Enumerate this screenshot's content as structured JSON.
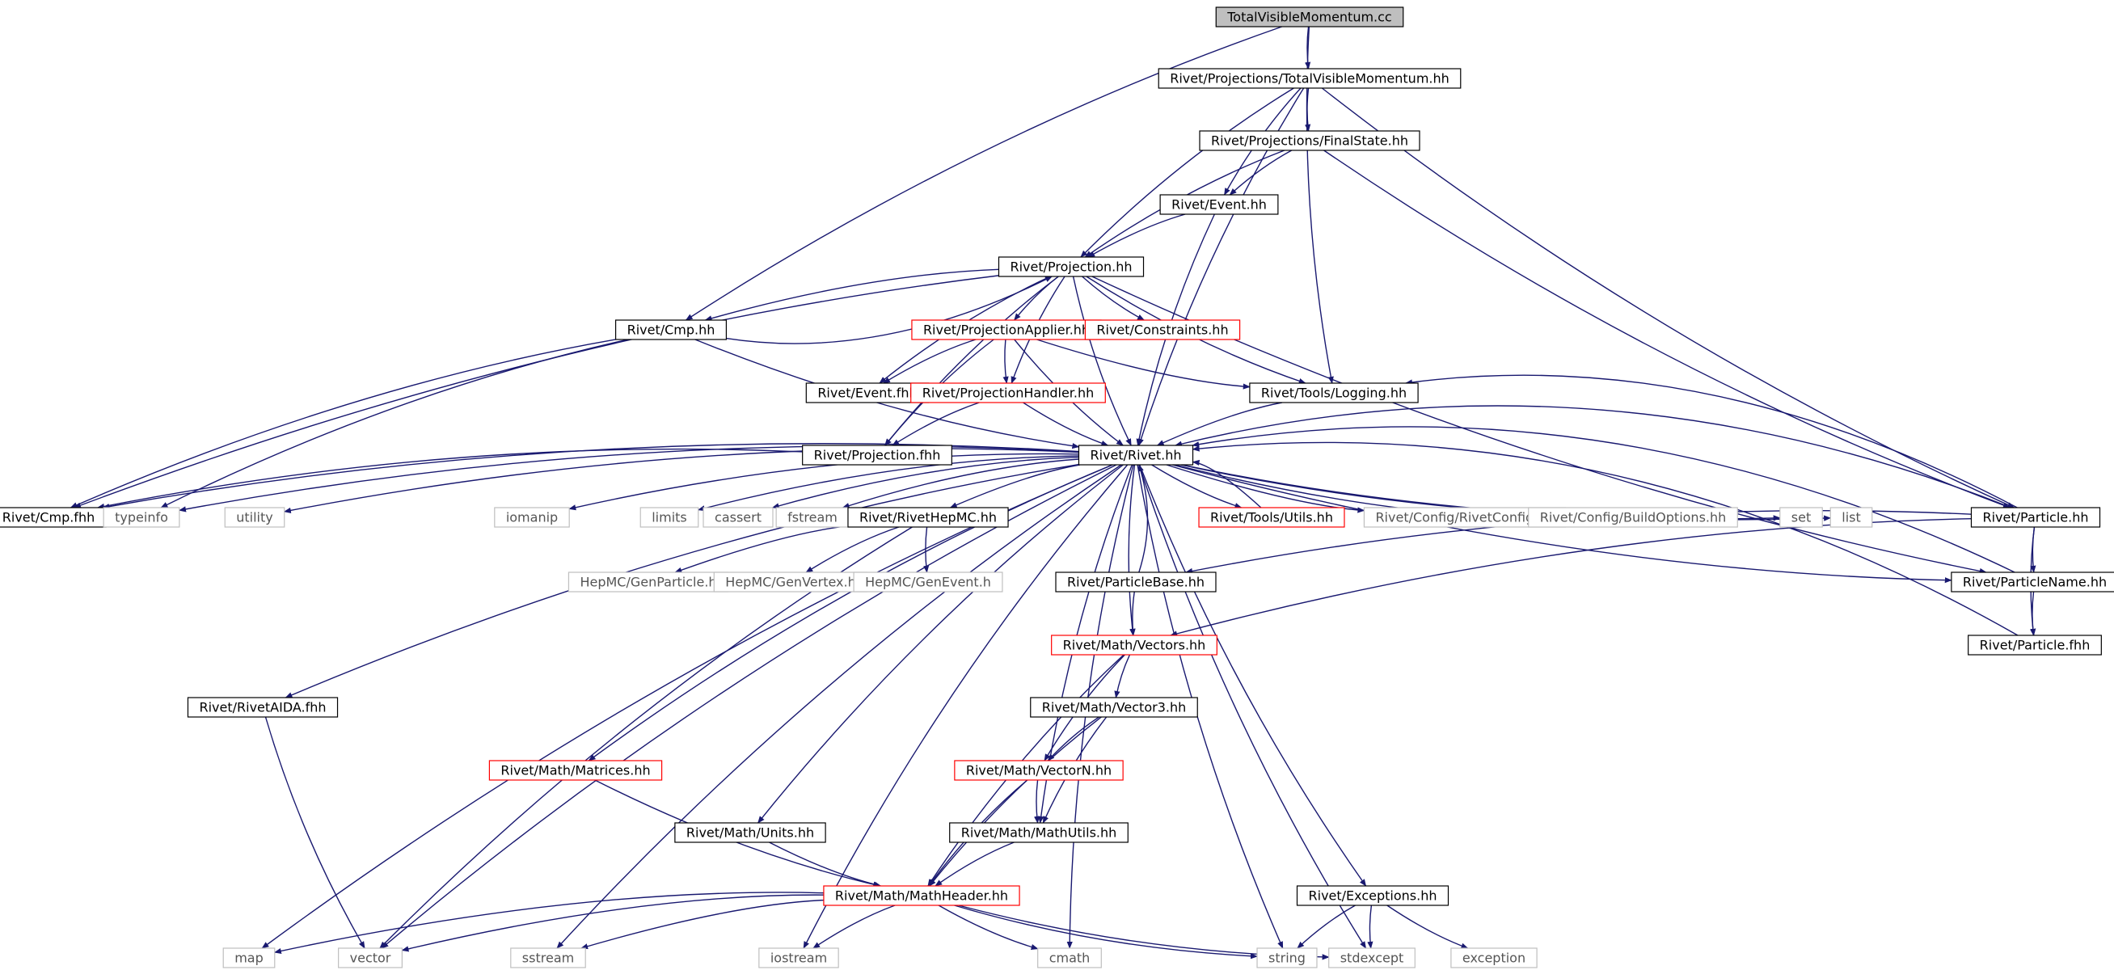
{
  "colors": {
    "edge": "#191970",
    "border_normal": "#000000",
    "border_incomplete": "#ff0000",
    "border_external": "#bfbfbf",
    "root_fill": "#bfbfbf",
    "node_fill": "#ffffff",
    "text": "#000000",
    "text_external": "#555555"
  },
  "nodes": [
    {
      "id": "root",
      "label": "TotalVisibleMomentum.cc",
      "kind": "root"
    },
    {
      "id": "tvm_hh",
      "label": "Rivet/Projections/TotalVisibleMomentum.hh",
      "kind": "normal"
    },
    {
      "id": "finalstate",
      "label": "Rivet/Projections/FinalState.hh",
      "kind": "normal"
    },
    {
      "id": "event_hh",
      "label": "Rivet/Event.hh",
      "kind": "normal"
    },
    {
      "id": "projection_hh",
      "label": "Rivet/Projection.hh",
      "kind": "normal"
    },
    {
      "id": "cmp_hh",
      "label": "Rivet/Cmp.hh",
      "kind": "normal"
    },
    {
      "id": "projapplier",
      "label": "Rivet/ProjectionApplier.hh",
      "kind": "incomplete"
    },
    {
      "id": "constraints",
      "label": "Rivet/Constraints.hh",
      "kind": "incomplete"
    },
    {
      "id": "event_fhh",
      "label": "Rivet/Event.fhh",
      "kind": "normal"
    },
    {
      "id": "projhandler",
      "label": "Rivet/ProjectionHandler.hh",
      "kind": "incomplete"
    },
    {
      "id": "logging",
      "label": "Rivet/Tools/Logging.hh",
      "kind": "normal"
    },
    {
      "id": "projection_fhh",
      "label": "Rivet/Projection.fhh",
      "kind": "normal"
    },
    {
      "id": "rivet_hh",
      "label": "Rivet/Rivet.hh",
      "kind": "normal"
    },
    {
      "id": "cmp_fhh",
      "label": "Rivet/Cmp.fhh",
      "kind": "normal"
    },
    {
      "id": "typeinfo",
      "label": "typeinfo",
      "kind": "external"
    },
    {
      "id": "utility",
      "label": "utility",
      "kind": "external"
    },
    {
      "id": "iomanip",
      "label": "iomanip",
      "kind": "external"
    },
    {
      "id": "limits",
      "label": "limits",
      "kind": "external"
    },
    {
      "id": "cassert",
      "label": "cassert",
      "kind": "external"
    },
    {
      "id": "fstream",
      "label": "fstream",
      "kind": "external"
    },
    {
      "id": "rivethepmc",
      "label": "Rivet/RivetHepMC.hh",
      "kind": "normal"
    },
    {
      "id": "toolsutils",
      "label": "Rivet/Tools/Utils.hh",
      "kind": "incomplete"
    },
    {
      "id": "rivetconfig",
      "label": "Rivet/Config/RivetConfig.hh",
      "kind": "external"
    },
    {
      "id": "buildoptions",
      "label": "Rivet/Config/BuildOptions.hh",
      "kind": "external"
    },
    {
      "id": "set",
      "label": "set",
      "kind": "external"
    },
    {
      "id": "list",
      "label": "list",
      "kind": "external"
    },
    {
      "id": "particle_hh",
      "label": "Rivet/Particle.hh",
      "kind": "normal"
    },
    {
      "id": "genparticle",
      "label": "HepMC/GenParticle.h",
      "kind": "external"
    },
    {
      "id": "genvertex",
      "label": "HepMC/GenVertex.h",
      "kind": "external"
    },
    {
      "id": "genevent",
      "label": "HepMC/GenEvent.h",
      "kind": "external"
    },
    {
      "id": "particlebase",
      "label": "Rivet/ParticleBase.hh",
      "kind": "normal"
    },
    {
      "id": "particlename",
      "label": "Rivet/ParticleName.hh",
      "kind": "normal"
    },
    {
      "id": "vectors",
      "label": "Rivet/Math/Vectors.hh",
      "kind": "incomplete"
    },
    {
      "id": "particle_fhh",
      "label": "Rivet/Particle.fhh",
      "kind": "normal"
    },
    {
      "id": "rivetaida",
      "label": "Rivet/RivetAIDA.fhh",
      "kind": "normal"
    },
    {
      "id": "vector3",
      "label": "Rivet/Math/Vector3.hh",
      "kind": "normal"
    },
    {
      "id": "matrices",
      "label": "Rivet/Math/Matrices.hh",
      "kind": "incomplete"
    },
    {
      "id": "vectorn",
      "label": "Rivet/Math/VectorN.hh",
      "kind": "incomplete"
    },
    {
      "id": "units",
      "label": "Rivet/Math/Units.hh",
      "kind": "normal"
    },
    {
      "id": "mathutils",
      "label": "Rivet/Math/MathUtils.hh",
      "kind": "normal"
    },
    {
      "id": "mathheader",
      "label": "Rivet/Math/MathHeader.hh",
      "kind": "incomplete"
    },
    {
      "id": "exceptions",
      "label": "Rivet/Exceptions.hh",
      "kind": "normal"
    },
    {
      "id": "map",
      "label": "map",
      "kind": "external"
    },
    {
      "id": "vector",
      "label": "vector",
      "kind": "external"
    },
    {
      "id": "sstream",
      "label": "sstream",
      "kind": "external"
    },
    {
      "id": "iostream",
      "label": "iostream",
      "kind": "external"
    },
    {
      "id": "cmath",
      "label": "cmath",
      "kind": "external"
    },
    {
      "id": "string",
      "label": "string",
      "kind": "external"
    },
    {
      "id": "stdexcept",
      "label": "stdexcept",
      "kind": "external"
    },
    {
      "id": "exception",
      "label": "exception",
      "kind": "external"
    }
  ],
  "edges": [
    [
      "root",
      "tvm_hh"
    ],
    [
      "root",
      "cmp_hh"
    ],
    [
      "root",
      "logging"
    ],
    [
      "tvm_hh",
      "finalstate"
    ],
    [
      "tvm_hh",
      "event_hh"
    ],
    [
      "tvm_hh",
      "projection_hh"
    ],
    [
      "tvm_hh",
      "rivet_hh"
    ],
    [
      "tvm_hh",
      "particle_hh"
    ],
    [
      "finalstate",
      "event_hh"
    ],
    [
      "finalstate",
      "projection_hh"
    ],
    [
      "finalstate",
      "particle_hh"
    ],
    [
      "event_hh",
      "projection_hh"
    ],
    [
      "event_hh",
      "rivet_hh"
    ],
    [
      "projection_hh",
      "cmp_hh"
    ],
    [
      "projection_hh",
      "projapplier"
    ],
    [
      "projection_hh",
      "constraints"
    ],
    [
      "projection_hh",
      "event_fhh"
    ],
    [
      "projection_hh",
      "projhandler"
    ],
    [
      "projection_hh",
      "logging"
    ],
    [
      "projection_hh",
      "projection_fhh"
    ],
    [
      "projection_hh",
      "rivet_hh"
    ],
    [
      "projection_hh",
      "cmp_fhh"
    ],
    [
      "projection_hh",
      "particlename"
    ],
    [
      "cmp_hh",
      "projection_hh"
    ],
    [
      "cmp_hh",
      "cmp_fhh"
    ],
    [
      "cmp_hh",
      "typeinfo"
    ],
    [
      "cmp_hh",
      "rivet_hh"
    ],
    [
      "projapplier",
      "event_fhh"
    ],
    [
      "projapplier",
      "projhandler"
    ],
    [
      "projapplier",
      "logging"
    ],
    [
      "projapplier",
      "projection_fhh"
    ],
    [
      "projapplier",
      "rivet_hh"
    ],
    [
      "projhandler",
      "projection_fhh"
    ],
    [
      "projhandler",
      "rivet_hh"
    ],
    [
      "logging",
      "rivet_hh"
    ],
    [
      "projection_fhh",
      "cmp_fhh"
    ],
    [
      "rivet_hh",
      "cmp_fhh"
    ],
    [
      "rivet_hh",
      "typeinfo"
    ],
    [
      "rivet_hh",
      "utility"
    ],
    [
      "rivet_hh",
      "iomanip"
    ],
    [
      "rivet_hh",
      "limits"
    ],
    [
      "rivet_hh",
      "cassert"
    ],
    [
      "rivet_hh",
      "fstream"
    ],
    [
      "rivet_hh",
      "rivethepmc"
    ],
    [
      "rivet_hh",
      "toolsutils"
    ],
    [
      "rivet_hh",
      "rivetconfig"
    ],
    [
      "rivet_hh",
      "buildoptions"
    ],
    [
      "rivet_hh",
      "set"
    ],
    [
      "rivet_hh",
      "list"
    ],
    [
      "rivet_hh",
      "map"
    ],
    [
      "rivet_hh",
      "vector"
    ],
    [
      "rivet_hh",
      "sstream"
    ],
    [
      "rivet_hh",
      "iostream"
    ],
    [
      "rivet_hh",
      "cmath"
    ],
    [
      "rivet_hh",
      "string"
    ],
    [
      "rivet_hh",
      "stdexcept"
    ],
    [
      "rivet_hh",
      "rivetaida"
    ],
    [
      "rivet_hh",
      "matrices"
    ],
    [
      "rivet_hh",
      "units"
    ],
    [
      "rivet_hh",
      "mathutils"
    ],
    [
      "rivet_hh",
      "vectors"
    ],
    [
      "rivet_hh",
      "exceptions"
    ],
    [
      "rivet_hh",
      "particlename"
    ],
    [
      "toolsutils",
      "rivet_hh"
    ],
    [
      "particle_hh",
      "rivet_hh"
    ],
    [
      "particle_hh",
      "logging"
    ],
    [
      "particle_hh",
      "particlebase"
    ],
    [
      "particle_hh",
      "particlename"
    ],
    [
      "particle_hh",
      "particle_fhh"
    ],
    [
      "particle_hh",
      "vectors"
    ],
    [
      "particlename",
      "rivet_hh"
    ],
    [
      "particlename",
      "particle_fhh"
    ],
    [
      "particle_fhh",
      "rivet_hh"
    ],
    [
      "particlebase",
      "rivet_hh"
    ],
    [
      "particlebase",
      "vectors"
    ],
    [
      "rivethepmc",
      "genparticle"
    ],
    [
      "rivethepmc",
      "genvertex"
    ],
    [
      "rivethepmc",
      "genevent"
    ],
    [
      "rivethepmc",
      "vector"
    ],
    [
      "vectors",
      "vector3"
    ],
    [
      "vectors",
      "vectorn"
    ],
    [
      "vectors",
      "mathheader"
    ],
    [
      "vector3",
      "vectorn"
    ],
    [
      "vector3",
      "mathutils"
    ],
    [
      "vector3",
      "mathheader"
    ],
    [
      "vectorn",
      "mathutils"
    ],
    [
      "vectorn",
      "mathheader"
    ],
    [
      "mathutils",
      "mathheader"
    ],
    [
      "units",
      "mathheader"
    ],
    [
      "matrices",
      "mathheader"
    ],
    [
      "rivetaida",
      "vector"
    ],
    [
      "mathheader",
      "map"
    ],
    [
      "mathheader",
      "vector"
    ],
    [
      "mathheader",
      "sstream"
    ],
    [
      "mathheader",
      "iostream"
    ],
    [
      "mathheader",
      "cmath"
    ],
    [
      "mathheader",
      "string"
    ],
    [
      "mathheader",
      "stdexcept"
    ],
    [
      "exceptions",
      "string"
    ],
    [
      "exceptions",
      "stdexcept"
    ],
    [
      "exceptions",
      "exception"
    ]
  ]
}
